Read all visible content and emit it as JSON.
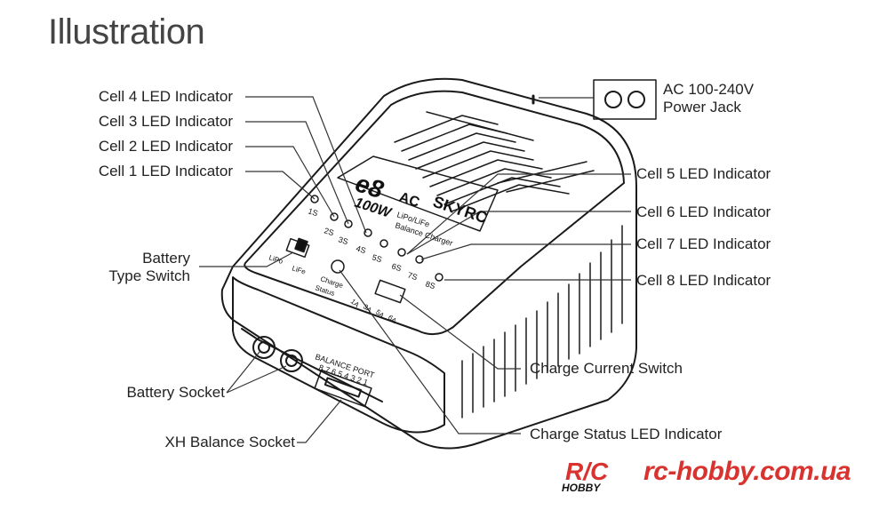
{
  "title": "Illustration",
  "labels": {
    "cell4": "Cell 4 LED Indicator",
    "cell3": "Cell 3 LED Indicator",
    "cell2": "Cell 2 LED Indicator",
    "cell1": "Cell 1 LED Indicator",
    "battery_type_switch_1": "Battery",
    "battery_type_switch_2": "Type Switch",
    "battery_socket": "Battery Socket",
    "xh_balance_socket": "XH Balance Socket",
    "ac_power_jack_1": "AC 100-240V",
    "ac_power_jack_2": "Power Jack",
    "cell5": "Cell 5 LED Indicator",
    "cell6": "Cell 6 LED Indicator",
    "cell7": "Cell 7 LED Indicator",
    "cell8": "Cell 8 LED Indicator",
    "charge_current_switch": "Charge Current Switch",
    "charge_status_led": "Charge Status LED Indicator"
  },
  "device_text": {
    "model": "e8",
    "ac": "AC",
    "watt": "100W",
    "brand": "SKYRC",
    "type_1": "LiPo/LiFe",
    "type_2": "Balance Charger",
    "cells": [
      "1S",
      "2S",
      "3S",
      "4S",
      "5S",
      "6S",
      "7S",
      "8S"
    ],
    "lipo": "LiPo",
    "life": "LiFe",
    "charge_status_1": "Charge",
    "charge_status_2": "Status",
    "currents": [
      "1A",
      "3A",
      "5A",
      "6A"
    ],
    "balance_port_1": "BALANCE PORT",
    "balance_port_2": "8 7 6 5 4 3 2 1"
  },
  "watermark": {
    "logo_1": "R/C",
    "logo_2": "HOBBY",
    "site": "rc-hobby.com.ua",
    "color": "#d8332f"
  }
}
